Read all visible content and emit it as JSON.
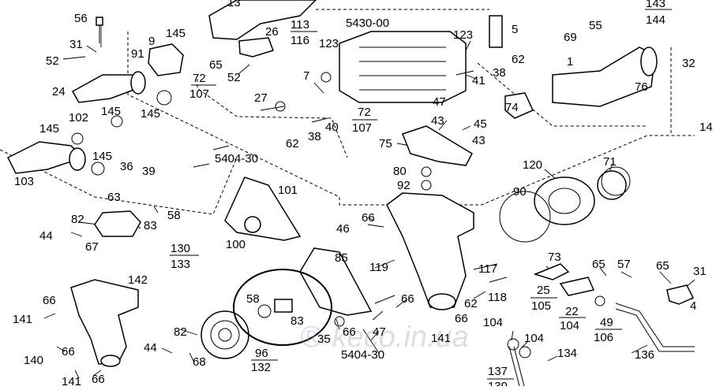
{
  "labels": {
    "l56": "56",
    "l31": "31",
    "l52a": "52",
    "l9": "9",
    "l145a": "145",
    "l91": "91",
    "l13": "13",
    "l26": "26",
    "l113": "113",
    "l116": "116",
    "l5430": "5430-00",
    "l123a": "123",
    "l123b": "123",
    "l5": "5",
    "l143": "143",
    "l144": "144",
    "l55": "55",
    "l69": "69",
    "l62a": "62",
    "l1": "1",
    "l32": "32",
    "l65a": "65",
    "l52b": "52",
    "l24": "24",
    "l72a": "72",
    "l107a": "107",
    "l7": "7",
    "l38a": "38",
    "l41": "41",
    "l76": "76",
    "l27": "27",
    "l145b": "145",
    "l102": "102",
    "l145c": "145",
    "l47a": "47",
    "l74": "74",
    "l14": "14",
    "l72b": "72",
    "l107b": "107",
    "l40": "40",
    "l43a": "43",
    "l45": "45",
    "l145d": "145",
    "l62b": "62",
    "l38b": "38",
    "l75": "75",
    "l43b": "43",
    "l145e": "145",
    "l5404a": "5404-30",
    "l120": "120",
    "l71": "71",
    "l36": "36",
    "l39": "39",
    "l103": "103",
    "l80": "80",
    "l92": "92",
    "l101": "101",
    "l63": "63",
    "l90": "90",
    "l66a": "66",
    "l58a": "58",
    "l82a": "82",
    "l46": "46",
    "l83a": "83",
    "l44a": "44",
    "l67": "67",
    "l100": "100",
    "l130": "130",
    "l133": "133",
    "l85": "85",
    "l119": "119",
    "l73": "73",
    "l142": "142",
    "l117": "117",
    "l65b": "65",
    "l57": "57",
    "l65c": "65",
    "l31b": "31",
    "l66b": "66",
    "l58b": "58",
    "l62c": "62",
    "l118": "118",
    "l25": "25",
    "l105": "105",
    "l66c": "66",
    "l141a": "141",
    "l83b": "83",
    "l4": "4",
    "l22": "22",
    "l104a": "104",
    "l49": "49",
    "l106": "106",
    "l66d": "66",
    "l66e": "66",
    "l104b": "104",
    "l82b": "82",
    "l35": "35",
    "l47b": "47",
    "l141b": "141",
    "l104c": "104",
    "l66f": "66",
    "l44b": "44",
    "l96": "96",
    "l132": "132",
    "l5404b": "5404-30",
    "l134": "134",
    "l136": "136",
    "l140": "140",
    "l68": "68",
    "l141c": "141",
    "l66g": "66",
    "l137": "137",
    "l139": "139"
  },
  "watermark": "®-keco.in.ua"
}
